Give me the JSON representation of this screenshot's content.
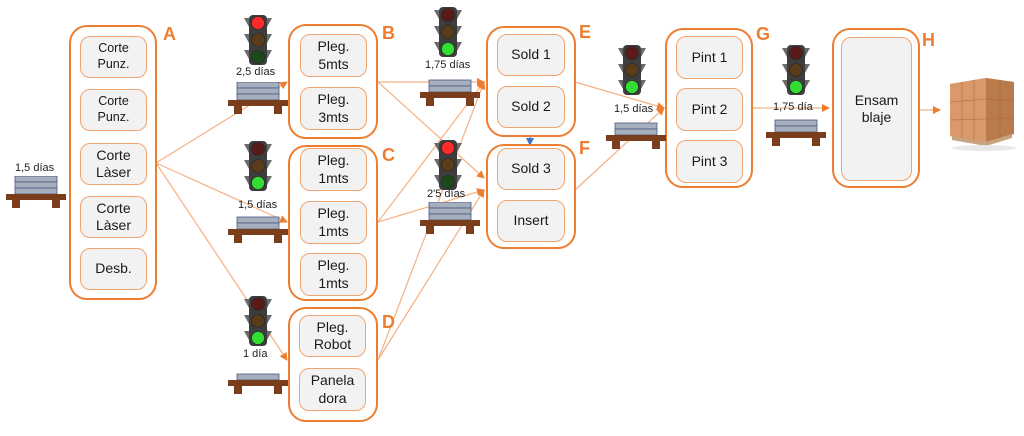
{
  "title": "Flujo de proceso de fabricación",
  "colors": {
    "accent": "#ed7d31",
    "station_fill": "#f2f2f2",
    "light_red_on": "#ff2a2a",
    "light_green_on": "#33dd33",
    "light_off_red": "#5a1a1a",
    "light_off_amber": "#5a3c18",
    "light_off_green": "#1a4a1a",
    "pallet_wood": "#7a3e1c",
    "pallet_goods": "#a6afbd"
  },
  "groups": [
    {
      "id": "A",
      "letter": "A",
      "stations": [
        "Corte\nPunz.",
        "Corte\nPunz.",
        "Corte\nLàser",
        "Corte\nLàser",
        "Desb."
      ]
    },
    {
      "id": "B",
      "letter": "B",
      "stations": [
        "Pleg.\n5mts",
        "Pleg.\n3mts"
      ]
    },
    {
      "id": "C",
      "letter": "C",
      "stations": [
        "Pleg.\n1mts",
        "Pleg.\n1mts",
        "Pleg.\n1mts"
      ]
    },
    {
      "id": "D",
      "letter": "D",
      "stations": [
        "Pleg.\nRobot",
        "Panela\ndora"
      ]
    },
    {
      "id": "E",
      "letter": "E",
      "stations": [
        "Sold 1",
        "Sold 2"
      ]
    },
    {
      "id": "F",
      "letter": "F",
      "stations": [
        "Sold 3",
        "Insert"
      ]
    },
    {
      "id": "G",
      "letter": "G",
      "stations": [
        "Pint 1",
        "Pint 2",
        "Pint 3"
      ]
    },
    {
      "id": "H",
      "letter": "H",
      "stations": [
        "Ensam\nblaje"
      ]
    }
  ],
  "buffers": [
    {
      "id": "buf-input",
      "label": "1,5 días",
      "light": null
    },
    {
      "id": "buf-b",
      "label": "2,5 días",
      "light": "red"
    },
    {
      "id": "buf-c",
      "label": "1,5 días",
      "light": "green"
    },
    {
      "id": "buf-d",
      "label": "1 día",
      "light": "green"
    },
    {
      "id": "buf-e",
      "label": "1,75 días",
      "light": "green"
    },
    {
      "id": "buf-f",
      "label": "2'5 días",
      "light": "red"
    },
    {
      "id": "buf-g",
      "label": "1,5 días",
      "light": "green"
    },
    {
      "id": "buf-h",
      "label": "1,75 día",
      "light": "green"
    }
  ],
  "output": {
    "name": "finished-goods-pallet"
  }
}
